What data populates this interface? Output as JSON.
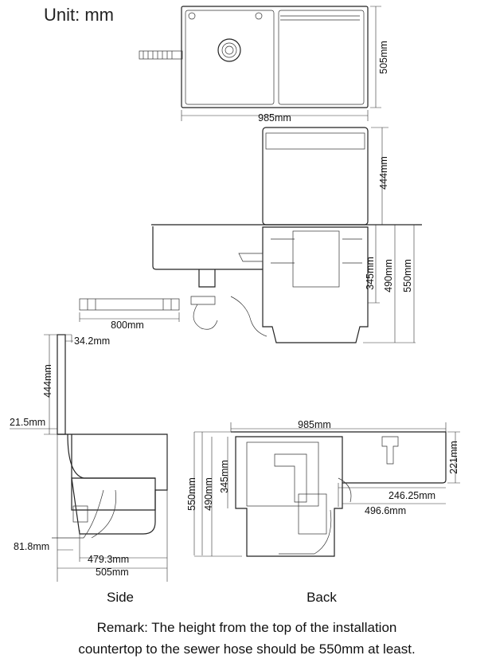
{
  "unit_label": "Unit: mm",
  "top_view": {
    "depth": "505mm",
    "width": "985mm"
  },
  "front_view": {
    "lid_height": "444mm",
    "dim_345": "345mm",
    "dim_490": "490mm",
    "dim_550": "550mm",
    "hose_length": "800mm"
  },
  "side_view": {
    "lid_offset": "34.2mm",
    "lid_height": "444mm",
    "dim_21_5": "21.5mm",
    "dim_81_8": "81.8mm",
    "dim_479_3": "479.3mm",
    "depth": "505mm",
    "caption": "Side"
  },
  "back_view": {
    "width": "985mm",
    "basin_depth": "221mm",
    "dim_246_25": "246.25mm",
    "dim_496_6": "496.6mm",
    "dim_550": "550mm",
    "dim_490": "490mm",
    "dim_345": "345mm",
    "caption": "Back"
  },
  "remark": {
    "line1": "Remark: The height from the top of the installation",
    "line2": "countertop to the sewer hose should be 550mm at least."
  }
}
